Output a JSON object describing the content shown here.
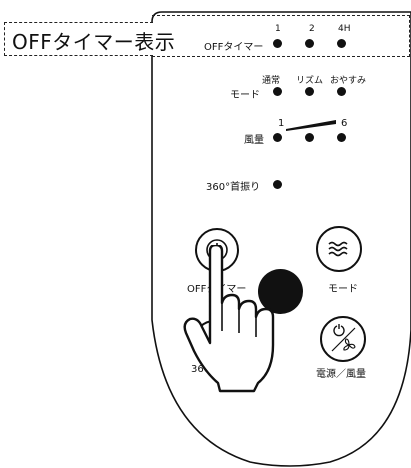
{
  "callout": {
    "label": "OFFタイマー表示"
  },
  "timer": {
    "label": "OFFタイマー",
    "options": [
      "1",
      "2",
      "4H"
    ]
  },
  "mode": {
    "label": "モード",
    "options": [
      "通常",
      "リズム",
      "おやすみ"
    ]
  },
  "fan_speed": {
    "label": "風量",
    "min": "1",
    "max": "6"
  },
  "swing": {
    "label": "360°首振り"
  },
  "buttons": {
    "timer_button_label": "OFFタイマー",
    "mode_button_label": "モード",
    "swing_button_label": "360",
    "power_button_label": "電源／風量"
  },
  "icons": {
    "timer": "clock-icon",
    "mode": "wind-waves-icon",
    "power": "power-fan-icon",
    "hand": "pointing-hand-icon"
  },
  "colors": {
    "ink": "#111111",
    "background": "#ffffff"
  }
}
